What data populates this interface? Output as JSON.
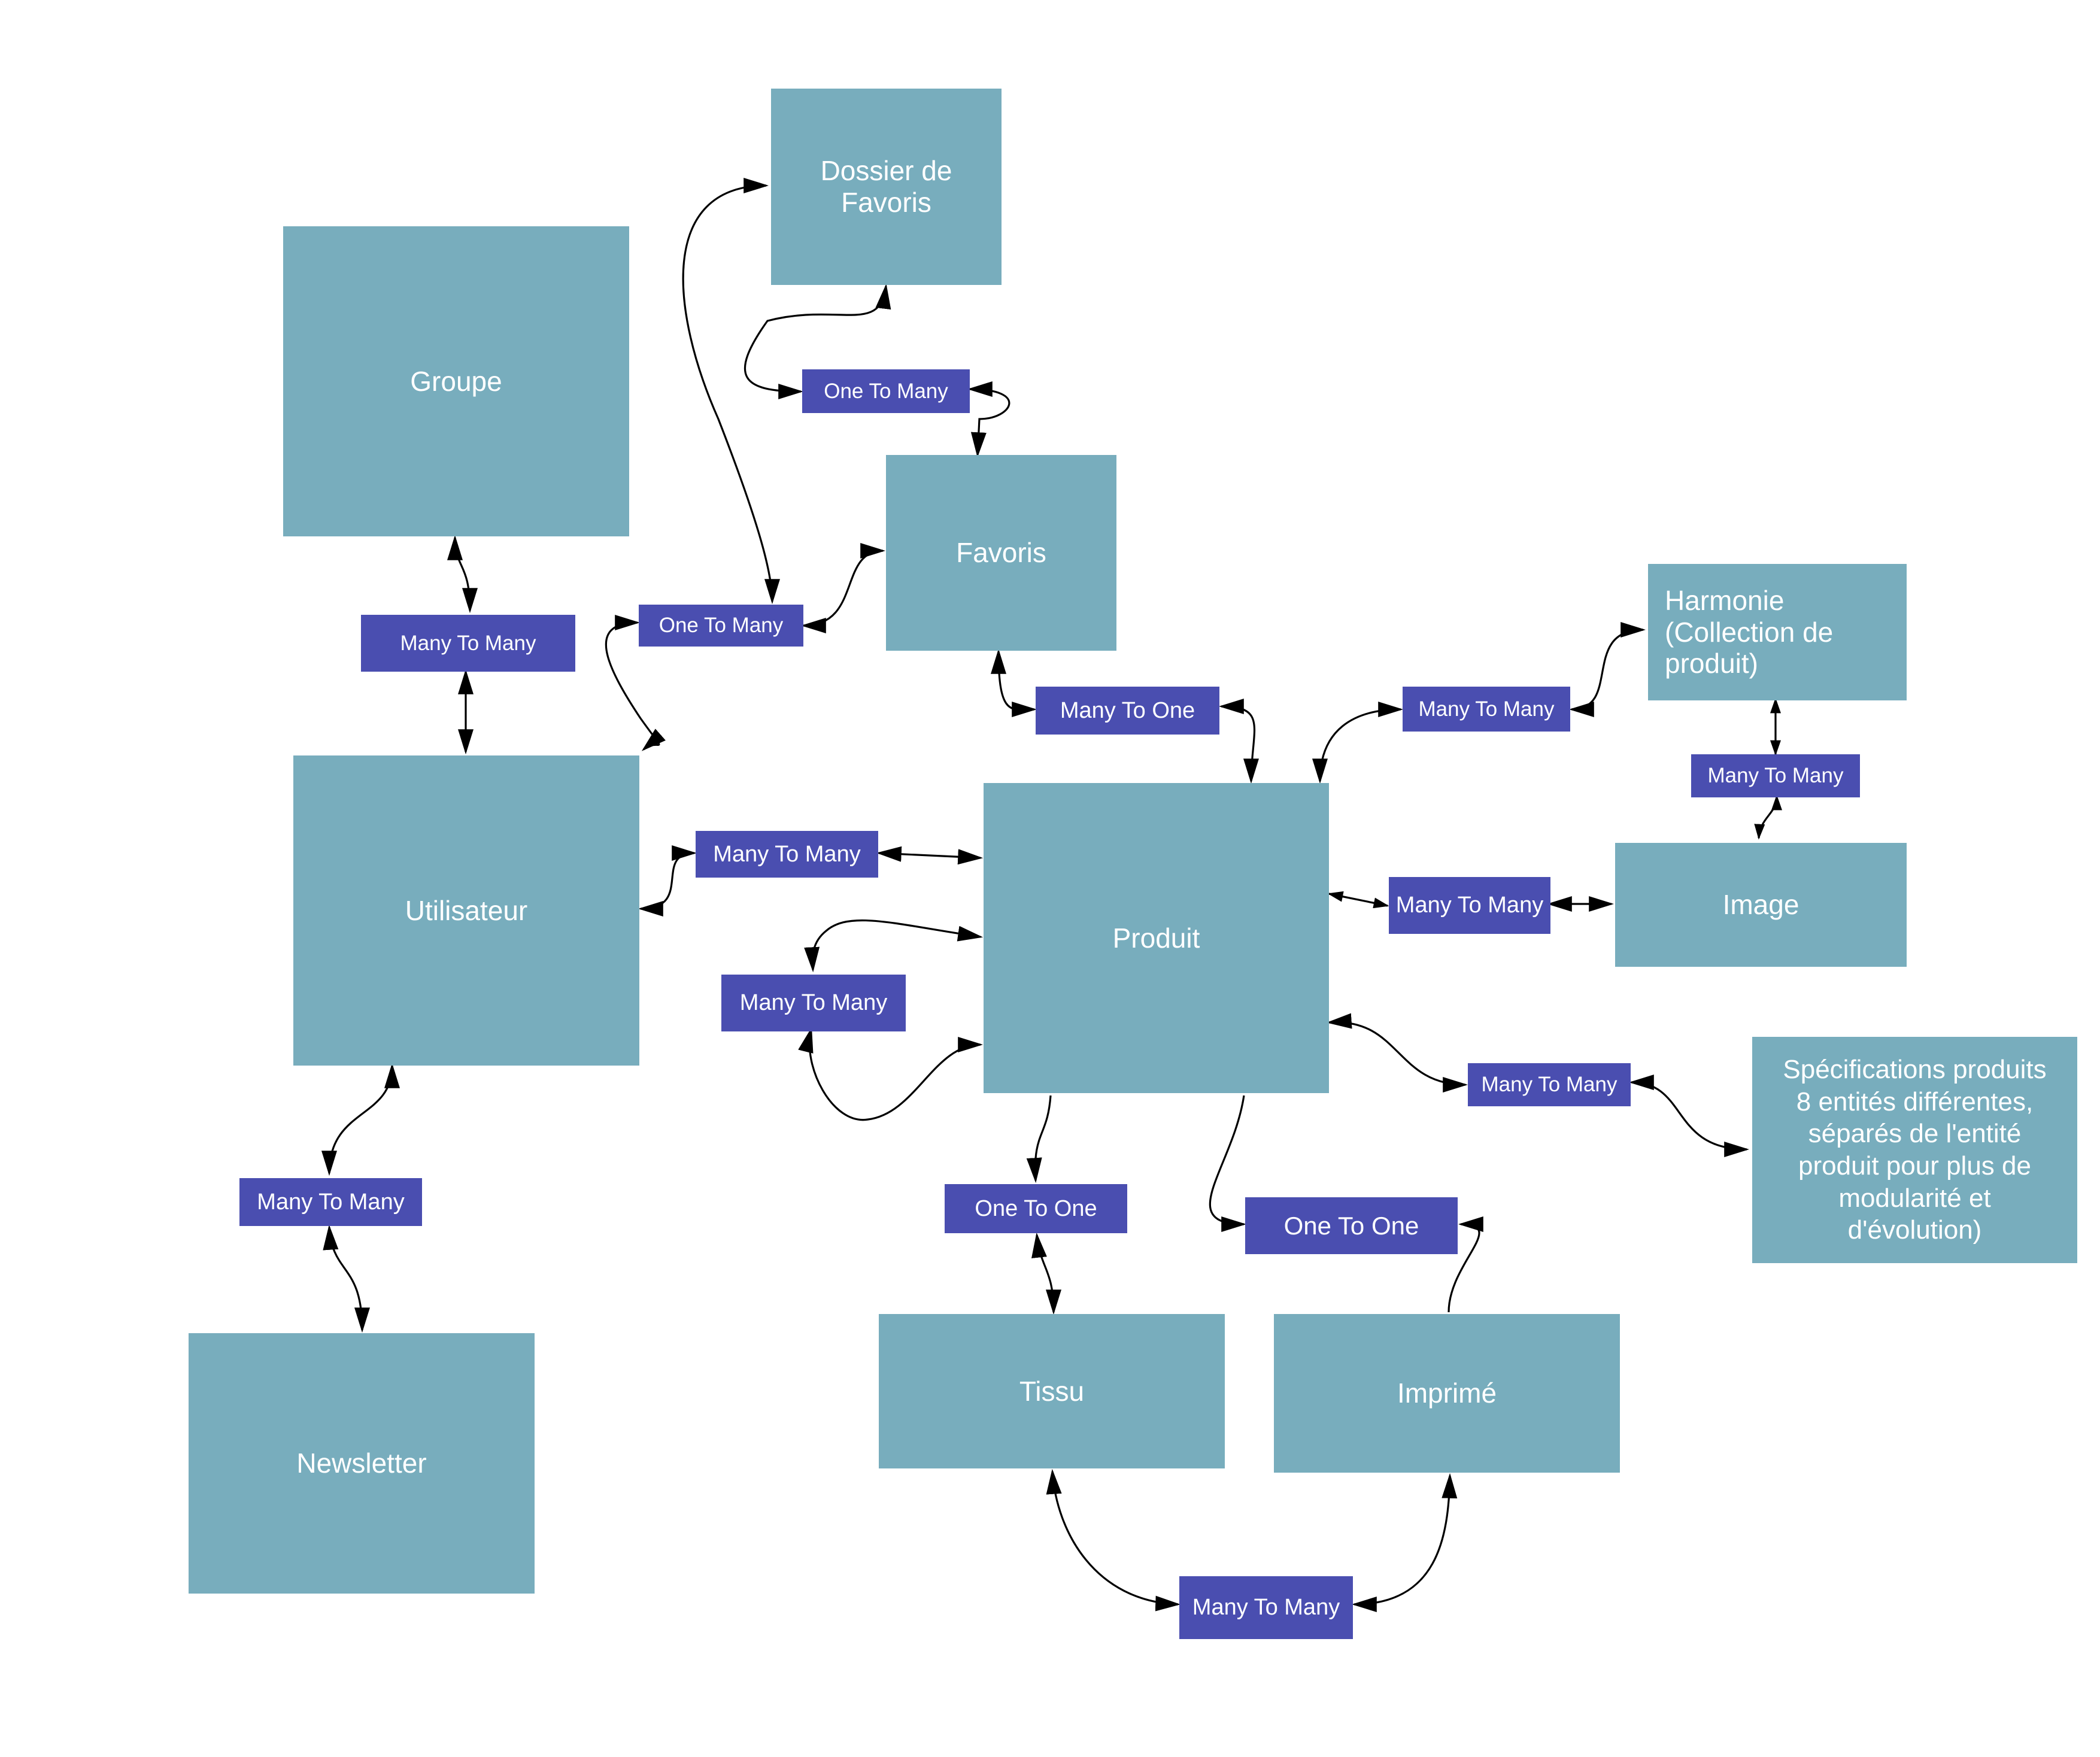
{
  "entities": {
    "dossier": "Dossier de\nFavoris",
    "groupe": "Groupe",
    "favoris": "Favoris",
    "harmonie": "Harmonie\n(Collection de\nproduit)",
    "utilisateur": "Utilisateur",
    "produit": "Produit",
    "image": "Image",
    "specifications": "Spécifications produits\n8 entités différentes,\nséparés de l'entité\nproduit pour plus de\nmodularité et\nd'évolution)",
    "newsletter": "Newsletter",
    "tissu": "Tissu",
    "imprime": "Imprimé"
  },
  "relations": {
    "dossier_favoris": "One To Many",
    "groupe_utilisateur": "Many To Many",
    "utilisateur_dossier": "One To Many",
    "favoris_produit": "Many To One",
    "produit_harmonie": "Many To Many",
    "harmonie_image": "Many To Many",
    "utilisateur_produit": "Many To Many",
    "produit_image": "Many To Many",
    "produit_self": "Many To Many",
    "produit_specifications": "Many To Many",
    "utilisateur_newsletter": "Many To Many",
    "produit_tissu": "One To One",
    "produit_imprime": "One To One",
    "tissu_imprime": "Many To Many"
  },
  "colors": {
    "entity": "#78adbd",
    "relation": "#4a4eb0",
    "text": "#ffffff",
    "edge": "#000000"
  }
}
